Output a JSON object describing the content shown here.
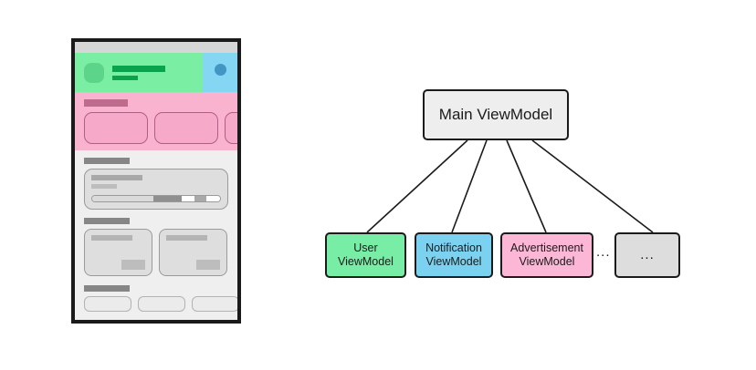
{
  "phone_mockup": {
    "name": "app-screen-wireframe",
    "status_bar": {
      "name": "status-bar"
    },
    "green_header": {
      "section_color": "#7aeea2",
      "avatar": "user-avatar-placeholder",
      "line_1": "title-placeholder-bar",
      "line_2": "subtitle-placeholder-bar",
      "blue_panel": {
        "color": "#84d6f2",
        "badge": "notification-dot"
      }
    },
    "pink_section": {
      "section_color": "#f9b3cf",
      "title_bar": "advertisement-title-placeholder",
      "cards": [
        "ad-card-1",
        "ad-card-2",
        "ad-card-3"
      ]
    },
    "gray_section": {
      "section_color": "#efefef",
      "group_1": {
        "title_bar": "group-1-title-placeholder",
        "card": {
          "line_1": "card-title-placeholder",
          "line_2": "card-subtitle-placeholder",
          "progress": {
            "name": "segmented-progress-bar",
            "segments": [
              {
                "width_pct": 48,
                "color": "#dadada"
              },
              {
                "width_pct": 22,
                "color": "#8f8f8f"
              },
              {
                "width_pct": 10,
                "color": "#ffffff"
              },
              {
                "width_pct": 9,
                "color": "#a8a8a8"
              },
              {
                "width_pct": 11,
                "color": "#ffffff"
              }
            ]
          }
        }
      },
      "group_2": {
        "title_bar": "group-2-title-placeholder",
        "cards": [
          "list-card-1",
          "list-card-2"
        ]
      },
      "group_3": {
        "title_bar": "group-3-title-placeholder",
        "pills": [
          "pill-button-1",
          "pill-button-2",
          "pill-button-3"
        ]
      }
    }
  },
  "diagram": {
    "type": "tree",
    "root": {
      "id": "main-viewmodel",
      "label": "Main ViewModel",
      "fill": "#eeeeee",
      "stroke": "#1b1b1b"
    },
    "children": [
      {
        "id": "user-viewmodel",
        "label": "User\nViewModel",
        "line_1": "User",
        "line_2": "ViewModel",
        "fill": "#78eda5"
      },
      {
        "id": "notification-viewmodel",
        "label": "Notification\nViewModel",
        "line_1": "Notification",
        "line_2": "ViewModel",
        "fill": "#7bd2f0"
      },
      {
        "id": "advertisement-viewmodel",
        "label": "Advertisement\nViewModel",
        "line_1": "Advertisement",
        "line_2": "ViewModel",
        "fill": "#fcb6d6"
      },
      {
        "id": "more-viewmodels",
        "label": "...",
        "line_1": "...",
        "line_2": "",
        "fill": "#dddddd"
      }
    ],
    "ellipsis_separator": "...",
    "edge_color": "#1b1b1b",
    "edge_count": 4
  }
}
